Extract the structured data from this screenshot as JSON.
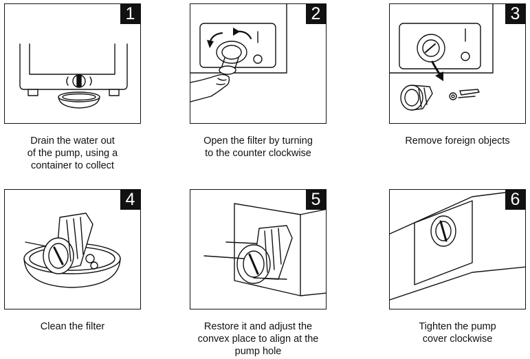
{
  "steps": [
    {
      "number": "1",
      "caption": "Drain the water out\nof the pump, using a\ncontainer to collect"
    },
    {
      "number": "2",
      "caption": "Open the filter by turning\nto the counter clockwise"
    },
    {
      "number": "3",
      "caption": "Remove foreign objects"
    },
    {
      "number": "4",
      "caption": "Clean the filter"
    },
    {
      "number": "5",
      "caption": "Restore it and adjust the\nconvex place to align at the\npump hole"
    },
    {
      "number": "6",
      "caption": "Tighten the pump\ncover clockwise"
    }
  ]
}
